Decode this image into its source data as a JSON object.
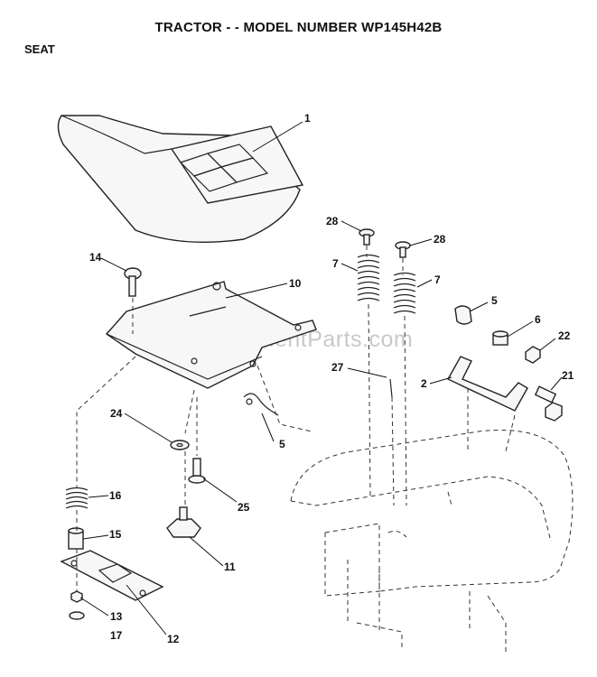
{
  "title": "TRACTOR - - MODEL NUMBER WP145H42B",
  "section": "SEAT",
  "watermark": "eReplacementParts.com",
  "callouts": {
    "c1": "1",
    "c2": "2",
    "c5a": "5",
    "c5b": "5",
    "c6": "6",
    "c7a": "7",
    "c7b": "7",
    "c10": "10",
    "c11": "11",
    "c12": "12",
    "c13": "13",
    "c14": "14",
    "c15": "15",
    "c16": "16",
    "c17": "17",
    "c21": "21",
    "c22": "22",
    "c24": "24",
    "c25": "25",
    "c27": "27",
    "c28a": "28",
    "c28b": "28"
  }
}
